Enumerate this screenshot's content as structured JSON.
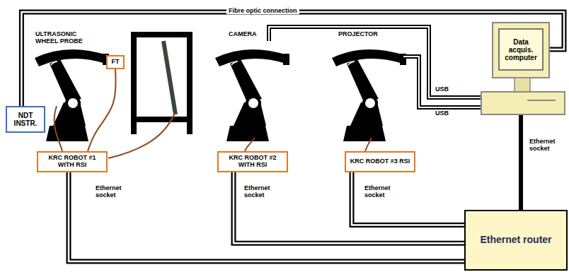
{
  "diagram": {
    "nodes": [
      {
        "text": [
          "FT"
        ]
      },
      {
        "text": [
          "NDT INSTR."
        ]
      },
      {
        "text": [
          "Data acquis. computer"
        ]
      },
      {
        "text": [
          "KRC ROBOT #1 WITH RSI"
        ]
      },
      {
        "text": [
          "KRC ROBOT #2 WITH RSI"
        ]
      },
      {
        "text": [
          "KRC ROBOT #3 RSI"
        ]
      },
      {
        "text": [
          "Ethernet router"
        ]
      }
    ],
    "edges": [
      {
        "from": 1,
        "to": 2,
        "label": "Fibre optic connection",
        "arrow": "none"
      },
      {
        "from": 0,
        "to": 3,
        "arrow": "none"
      },
      {
        "from": 3,
        "to": 6,
        "arrow": "none"
      },
      {
        "from": 4,
        "to": 6,
        "arrow": "none"
      },
      {
        "from": 5,
        "to": 6,
        "arrow": "none"
      },
      {
        "from": 2,
        "to": 6,
        "arrow": "none"
      }
    ],
    "labels": [
      "ULTRASONIC WHEEL PROBE",
      "CAMERA",
      "PROJECTOR",
      "USB",
      "USB",
      "Ethernet socket",
      "Ethernet socket",
      "Ethernet socket",
      "Ethernet socket"
    ]
  }
}
